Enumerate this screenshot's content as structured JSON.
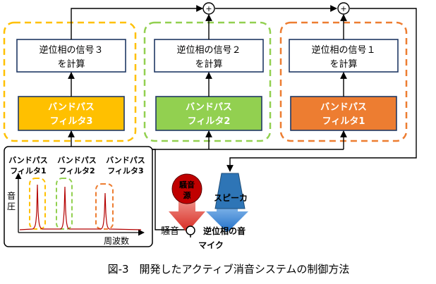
{
  "colors": {
    "filter1": "#ED7D31",
    "filter2": "#92D050",
    "filter3": "#FFC000",
    "noise_source": "#C00000",
    "speaker": "#2E75B6",
    "noise_arrow": "#E14B3A",
    "anti_arrow": "#3A8FDF",
    "spectrum_line": "#B40000",
    "line": "#000000",
    "box_border": "#1F3864"
  },
  "blocks": {
    "calc1": [
      "逆位相の信号１",
      "を計算"
    ],
    "calc2": [
      "逆位相の信号２",
      "を計算"
    ],
    "calc3": [
      "逆位相の信号３",
      "を計算"
    ],
    "bpf1": [
      "バンドパス",
      "フィルタ1"
    ],
    "bpf2": [
      "バンドパス",
      "フィルタ2"
    ],
    "bpf3": [
      "バンドパス",
      "フィルタ3"
    ]
  },
  "sum_symbol": "+",
  "spectrum": {
    "ylabel": "音圧",
    "xlabel": "周波数",
    "band_labels": [
      [
        "バンドパス",
        "フィルタ1"
      ],
      [
        "バンドパス",
        "フィルタ2"
      ],
      [
        "バンドパス",
        "フィルタ3"
      ]
    ]
  },
  "noise_source": [
    "騒音",
    "源"
  ],
  "speaker_label": "スピーカ",
  "noise_label": "騒音",
  "anti_noise_label": "逆位相の音",
  "mic_label": "マイク",
  "caption": "図-3　開発したアクティブ消音システムの制御方法"
}
